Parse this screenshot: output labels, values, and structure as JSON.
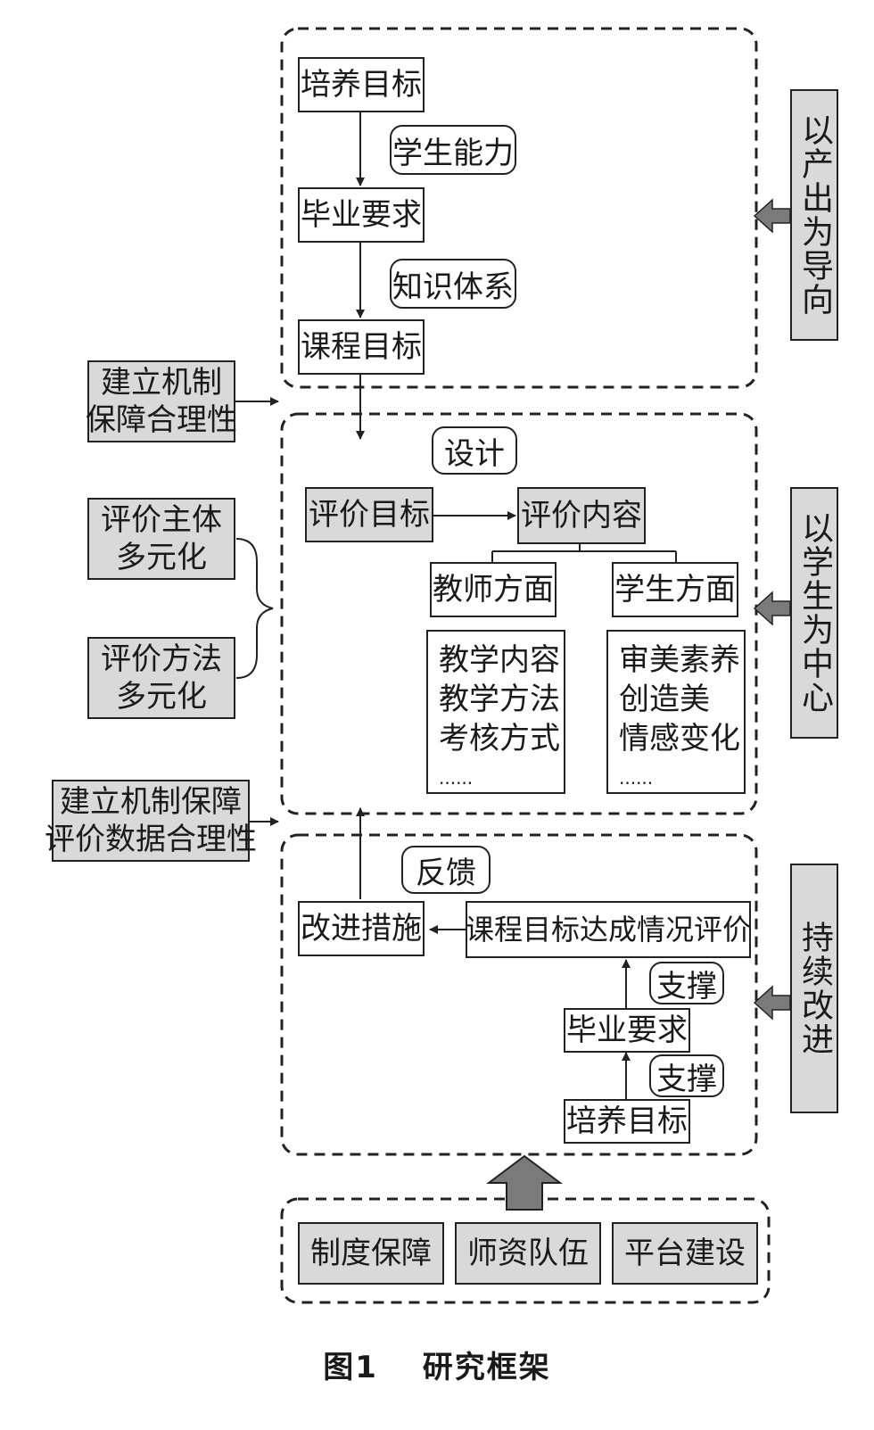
{
  "top": {
    "goal": "培养目标",
    "ability": "学生能力",
    "grad_req": "毕业要求",
    "knowledge": "知识体系",
    "course_goal": "课程目标"
  },
  "middle": {
    "design": "设计",
    "eval_goal": "评价目标",
    "eval_content": "评价内容",
    "teacher": "教师方面",
    "student": "学生方面",
    "teacher_items": [
      "教学内容",
      "教学方法",
      "考核方式",
      "......"
    ],
    "student_items": [
      "审美素养",
      "创造美",
      "情感变化",
      "......"
    ]
  },
  "bottom": {
    "feedback": "反馈",
    "improve": "改进措施",
    "evaluation": "课程目标达成情况评价",
    "support1": "支撑",
    "grad_req": "毕业要求",
    "support2": "支撑",
    "goal": "培养目标"
  },
  "left": {
    "mechanism_line1": "建立机制",
    "mechanism_line2": "保障合理性",
    "subject_line1": "评价主体",
    "subject_line2": "多元化",
    "method_line1": "评价方法",
    "method_line2": "多元化",
    "data_line1": "建立机制保障",
    "data_line2": "评价数据合理性"
  },
  "right": {
    "output": "以产出为导向",
    "student_center": "以学生为中心",
    "continuous": "持续改进"
  },
  "base": {
    "system": "制度保障",
    "faculty": "师资队伍",
    "platform": "平台建设"
  },
  "caption": {
    "figure": "图1",
    "title": "研究框架"
  }
}
